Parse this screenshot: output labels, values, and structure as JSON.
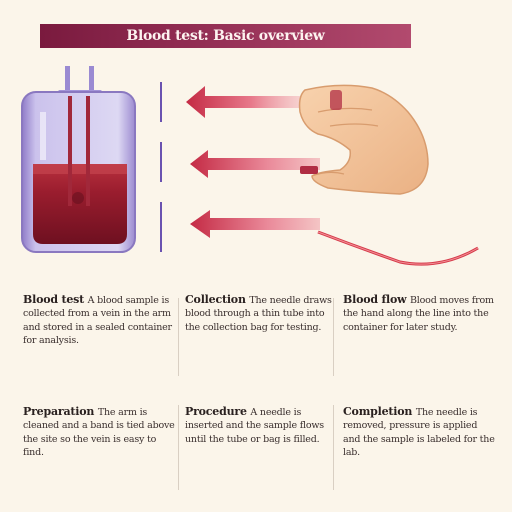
{
  "title": "Blood test: Basic overview",
  "colors": {
    "background": "#fbf5ea",
    "title_bar": "#7a1a3e",
    "blood": "#9e1f32",
    "arrow": "#c8324a",
    "container": "#8b79c4",
    "hand": "#f2c49a"
  },
  "icons": {
    "container": "blood-bag-icon",
    "arrows": "left-arrow-icon",
    "hand": "hand-icon",
    "tube": "blood-line-icon"
  },
  "columns": [
    {
      "lead": "Blood test",
      "body": "A blood sample is collected from a vein in the arm and stored in a sealed container for analysis."
    },
    {
      "lead": "Collection",
      "body": "The needle draws blood through a thin tube into the collection bag for testing."
    },
    {
      "lead": "Blood flow",
      "body": "Blood moves from the hand along the line into the container for later study."
    },
    {
      "lead": "Preparation",
      "body": "The arm is cleaned and a band is tied above the site so the vein is easy to find."
    },
    {
      "lead": "Procedure",
      "body": "A needle is inserted and the sample flows until the tube or bag is filled."
    },
    {
      "lead": "Completion",
      "body": "The needle is removed, pressure is applied and the sample is labeled for the lab."
    }
  ]
}
